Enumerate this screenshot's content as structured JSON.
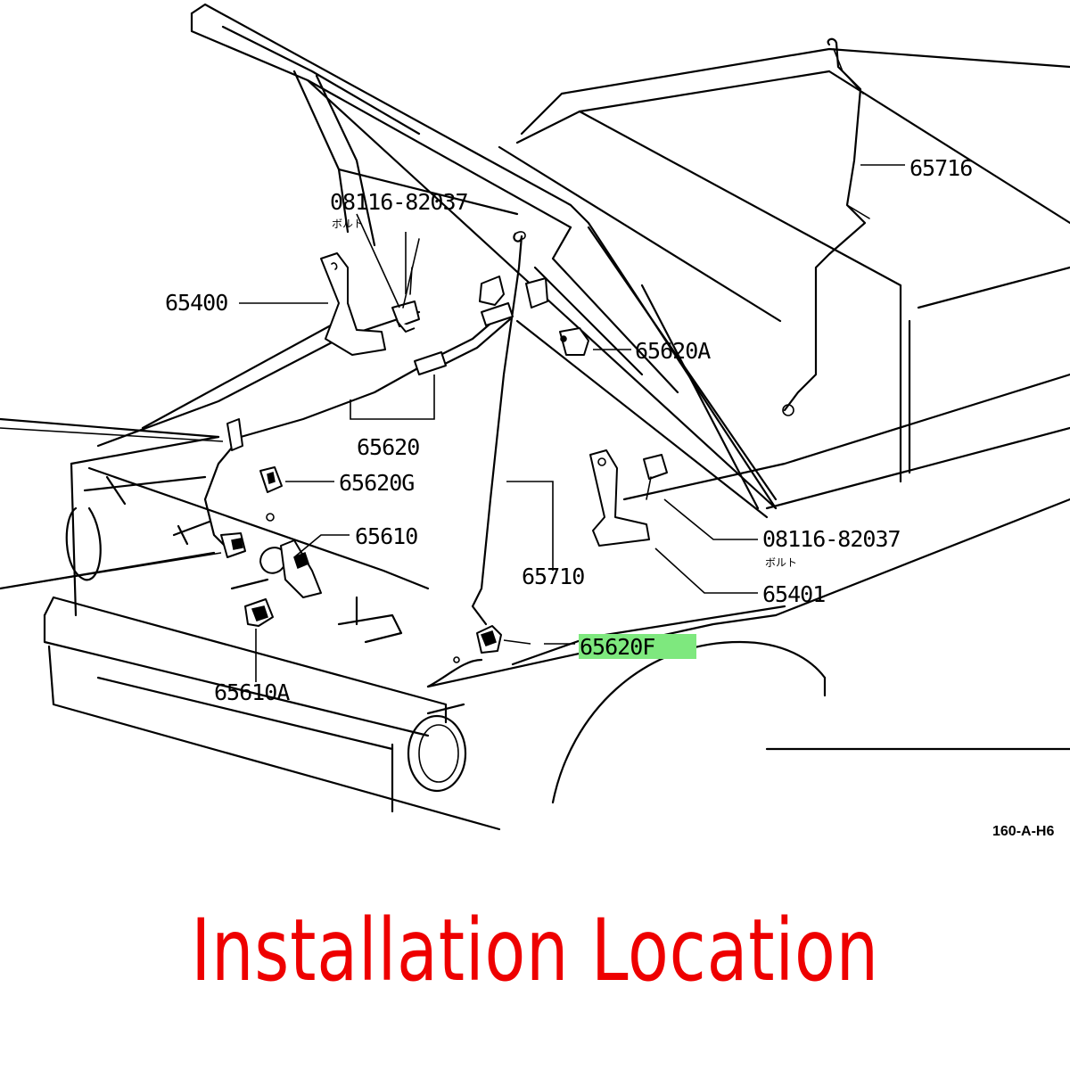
{
  "diagram": {
    "parts": {
      "p65716": "65716",
      "p08116_top": "08116-82037",
      "bolt_top": "ボルト",
      "p65400": "65400",
      "p65620A": "65620A",
      "p65620": "65620",
      "p65620G": "65620G",
      "p65610": "65610",
      "p65710": "65710",
      "p08116_right": "08116-82037",
      "bolt_right": "ボルト",
      "p65401": "65401",
      "p65620F": "65620F",
      "p65610A": "65610A"
    },
    "highlight_color": "#7ee87e",
    "ref_code": "160-A-H6"
  },
  "caption": {
    "text": "Installation Location",
    "color": "#ee0000"
  }
}
